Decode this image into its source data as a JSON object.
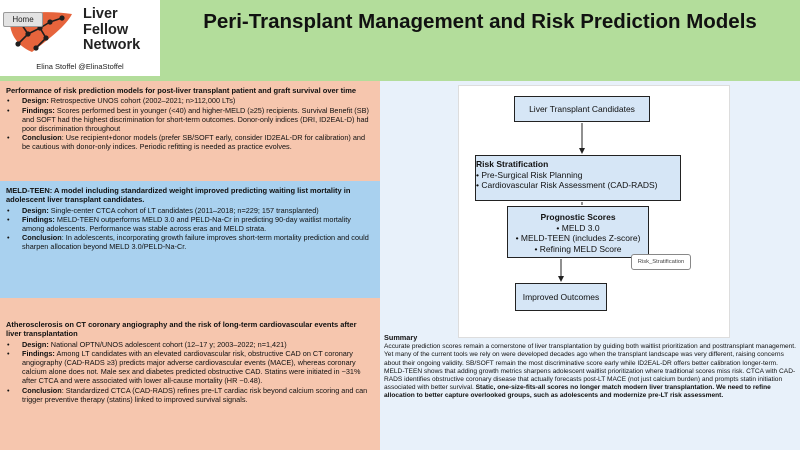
{
  "nav": {
    "home_label": "Home"
  },
  "logo": {
    "line1": "Liver",
    "line2": "Fellow",
    "line3": "Network",
    "handle": "Elina Stoffel @ElinaStoffel",
    "icon": "liver-network-graph-icon",
    "colors": {
      "liver": "#e6643c",
      "nodes": "#1e1e1e",
      "lines": "#1e1e1e"
    }
  },
  "header": {
    "title": "Peri-Transplant Management and Risk Prediction Models",
    "bg_color": "#b3dd9b"
  },
  "studies": [
    {
      "title": "Performance of risk prediction models for post-liver transplant patient and graft survival over time",
      "bg_color": "#f6c6ae",
      "bullets": [
        {
          "label": "Design:",
          "text": " Retrospective UNOS cohort (2002–2021; n>112,000 LTs)"
        },
        {
          "label": "Findings:",
          "text": " Scores performed best in younger (<40) and higher-MELD (≥25) recipients. Survival Benefit (SB) and SOFT had the highest discrimination for short-term outcomes. Donor-only indices (DRI, ID2EAL-D) had poor discrimination throughout"
        },
        {
          "label": "Conclusion",
          "text": ": Use recipient+donor models (prefer SB/SOFT early, consider ID2EAL-DR for calibration) and be cautious with donor-only indices. Periodic refitting is needed as practice evolves."
        }
      ]
    },
    {
      "title": "MELD-TEEN: A model including standardized weight improved predicting waiting list mortality in adolescent liver transplant candidates.",
      "bg_color": "#a9d1ef",
      "bullets": [
        {
          "label": "Design:",
          "text": " Single-center CTCA cohort of LT candidates (2011–2018; n=229; 157 transplanted)"
        },
        {
          "label": "Findings:",
          "text": " MELD-TEEN outperforms MELD 3.0 and PELD-Na-Cr in predicting 90-day waitlist mortality among adolescents. Performance was stable across eras and MELD strata."
        },
        {
          "label": "Conclusion",
          "text": ": In adolescents, incorporating growth failure  improves short-term mortality prediction and could sharpen allocation beyond MELD 3.0/PELD-Na-Cr."
        }
      ]
    },
    {
      "title": "Atherosclerosis on CT coronary angiography and the risk of long-term cardiovascular events after liver transplantation",
      "bg_color": "#f6c6ae",
      "bullets": [
        {
          "label": "Design:",
          "text": " National OPTN/UNOS adolescent cohort (12–17 y; 2003–2022; n=1,421)"
        },
        {
          "label": "Findings:",
          "text": " Among LT candidates with an elevated cardiovascular risk, obstructive CAD on CT coronary angiography (CAD-RADS ≥3) predicts major adverse cardiovascular events (MACE), whereas coronary calcium alone does not. Male sex and diabetes predicted obstructive CAD. Statins were initiated in ~31% after CTCA and were associated with lower all-cause mortality (HR ~0.48)."
        },
        {
          "label": "Conclusion",
          "text": ": Standardized CTCA (CAD-RADS) refines pre-LT cardiac risk beyond calcium scoring and can trigger preventive therapy (statins) linked to improved survival signals."
        }
      ]
    }
  ],
  "flowchart": {
    "box1": "Liver Transplant Candidates",
    "box2": {
      "head": "Risk Stratification",
      "items": [
        "• Pre-Surgical Risk Planning",
        "• Cardiovascular Risk Assessment (CAD-RADS)"
      ]
    },
    "box3": {
      "head": "Prognostic Scores",
      "items": [
        "• MELD 3.0",
        "• MELD-TEEN (includes Z-score)",
        "• Refining MELD Score"
      ]
    },
    "box4": "Improved Outcomes",
    "tag": "Risk_Stratification",
    "box_color": "#d6e6f6"
  },
  "summary": {
    "heading": "Summary",
    "text": "Accurate prediction scores remain a cornerstone of liver transplantation by guiding both waitlist prioritization and posttransplant management. Yet many of the current tools we rely on were developed decades ago when the transplant landscape was very different, raising concerns about their ongoing validity. SB/SOFT remain the most discriminative score early while ID2EAL-DR offers better calibration longer-term. MELD-TEEN shows that adding growth metrics sharpens adolescent waitlist prioritization where traditional scores miss risk. CTCA with CAD-RADS identifies obstructive coronary disease that actually forecasts post-LT MACE (not just calcium burden) and prompts statin initiation associated with better survival. ",
    "bold_text": "Static, one-size-fits-all scores no longer match modern liver transplantation. We need to refine allocation to better capture overlooked groups, such as adolescents and modernize pre-LT risk assessment.",
    "bg_color": "#e8f1fa"
  }
}
